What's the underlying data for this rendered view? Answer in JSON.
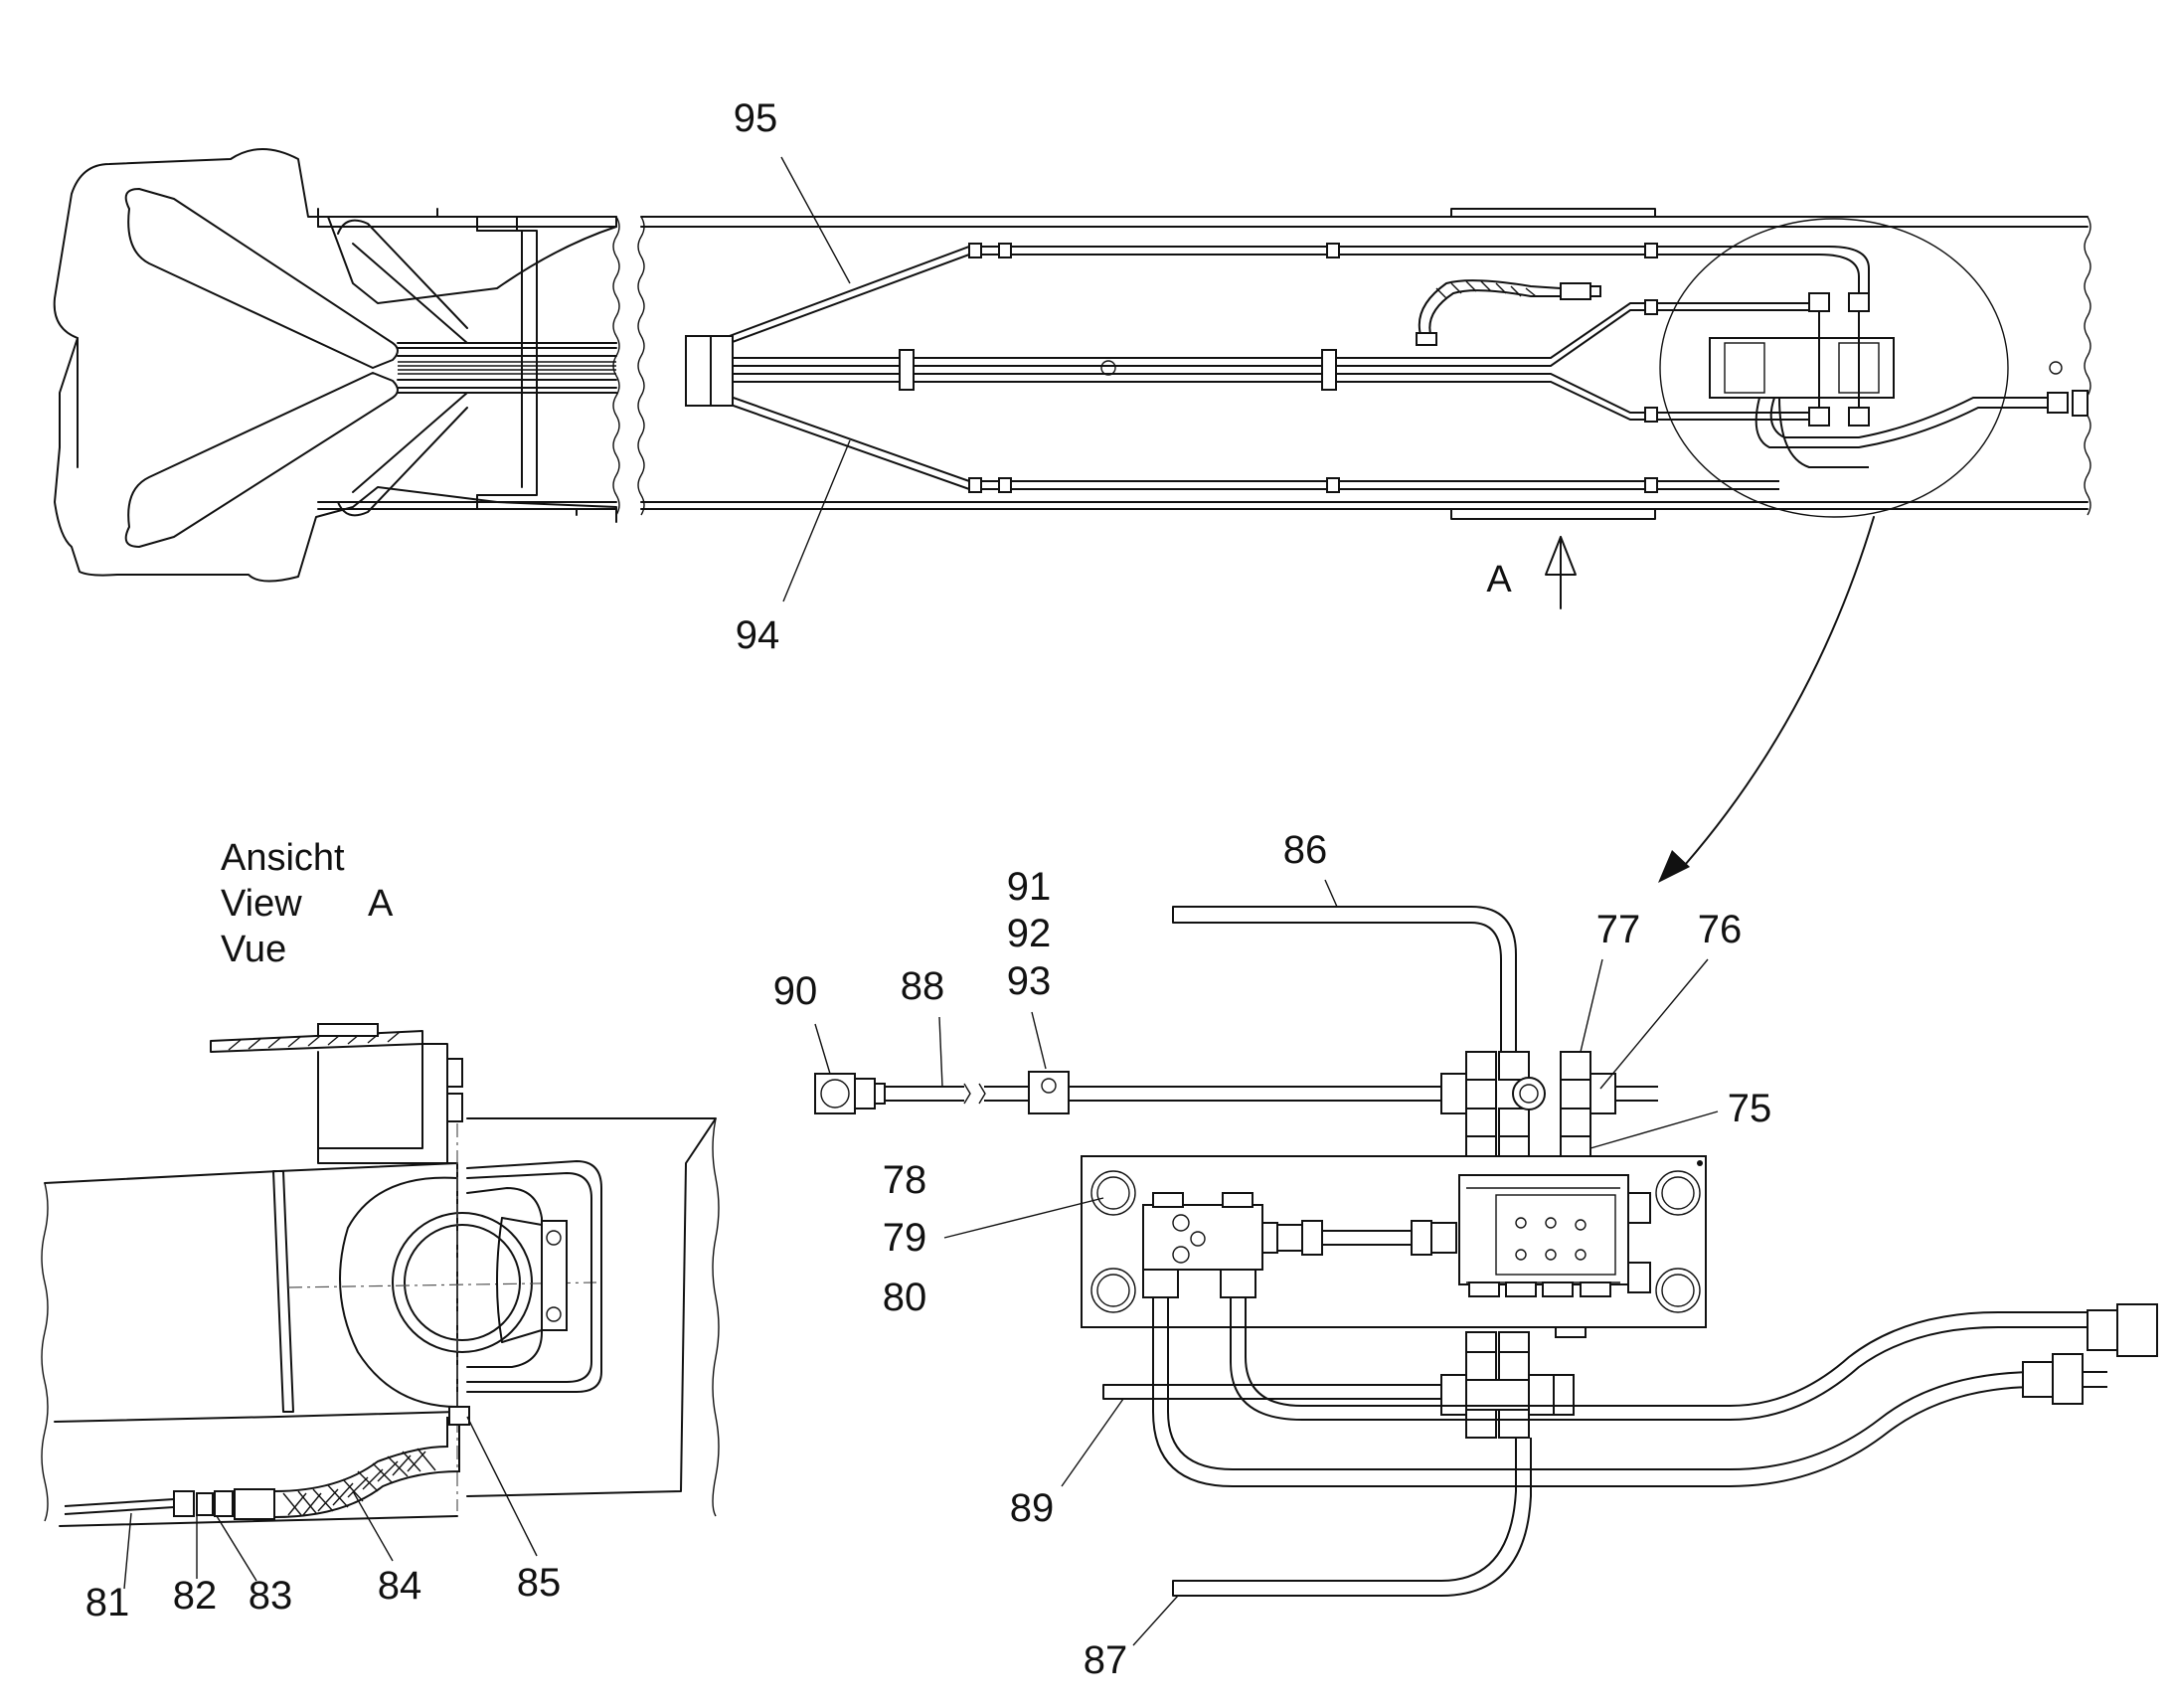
{
  "callouts": {
    "c95": "95",
    "c94": "94",
    "c90": "90",
    "c88": "88",
    "c91": "91",
    "c92": "92",
    "c93": "93",
    "c86": "86",
    "c77": "77",
    "c76": "76",
    "c75": "75",
    "c78": "78",
    "c79": "79",
    "c80": "80",
    "c89": "89",
    "c87": "87",
    "c81": "81",
    "c82": "82",
    "c83": "83",
    "c84": "84",
    "c85": "85"
  },
  "view_marker": {
    "letter": "A"
  },
  "view_caption": {
    "line1": "Ansicht",
    "line2": "View",
    "line3": "Vue",
    "letter": "A"
  }
}
